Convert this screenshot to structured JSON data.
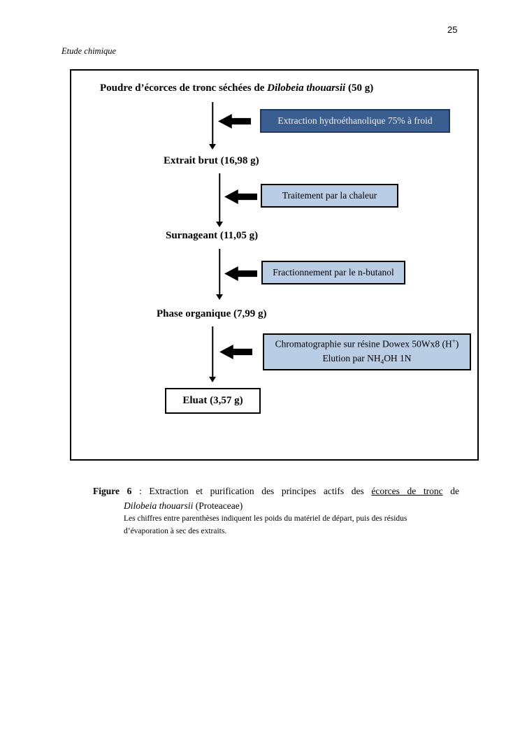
{
  "page": {
    "number": "25",
    "running_header": "Etude chimique"
  },
  "flowchart": {
    "source": {
      "prefix": "Poudre d’écorces de tronc séchées de ",
      "species": "Dilobeia thouarsii",
      "suffix": " (50 g)"
    },
    "step1": {
      "label": "Extraction hydroéthanolique 75% à froid"
    },
    "product1": "Extrait brut (16,98 g)",
    "step2": {
      "label": "Traitement par la chaleur"
    },
    "product2": "Surnageant (11,05 g)",
    "step3": {
      "label": "Fractionnement par le n-butanol"
    },
    "product3": "Phase organique (7,99 g)",
    "step4": {
      "line1_text": "Chromatographie sur résine Dowex 50Wx8 (H",
      "line1_sup": "+",
      "line1_close": ")",
      "line2_pre": "Elution par NH",
      "line2_sub": "4",
      "line2_post": "OH 1N"
    },
    "product4": "Eluat (3,57 g)"
  },
  "caption": {
    "label": "Figure 6",
    "separator": " : ",
    "text1": "Extraction et purification des principes actifs des ",
    "underlined": "écorces de tronc",
    "text2": " de",
    "species": "Dilobeia thouarsii",
    "family": " (Proteaceae)",
    "note_line1": "Les chiffres entre parenthèses indiquent les poids du matériel de départ, puis des résidus",
    "note_line2": "d’évaporation à sec des extraits."
  },
  "colors": {
    "dark_box_bg": "#3A5E90",
    "dark_box_border": "#1F3864",
    "dark_box_text": "#EFEFEF",
    "light_box_bg": "#B9CDE5",
    "light_box_border": "#000000",
    "arrow": "#000000"
  }
}
